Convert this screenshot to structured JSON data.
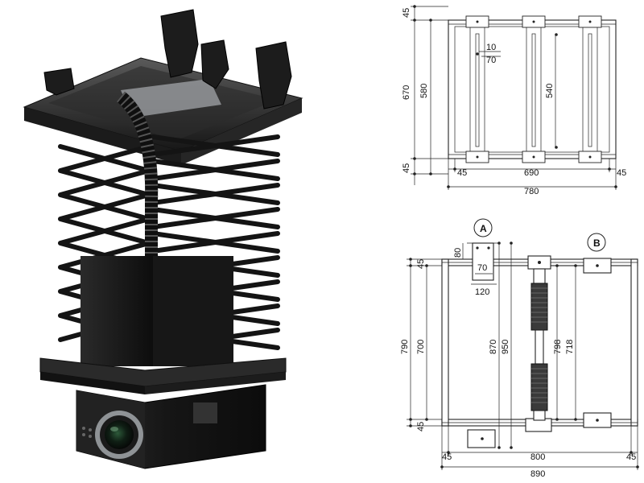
{
  "top_view": {
    "dims": {
      "top_offset": "45",
      "total_height": "670",
      "inner_height": "580",
      "slot_offset": "10",
      "slot_width": "70",
      "slot_length": "540",
      "bottom_offset": "45",
      "left_offset": "45",
      "inner_width": "690",
      "right_offset": "45",
      "total_width": "780"
    }
  },
  "bottom_view": {
    "labels": {
      "a": "A",
      "b": "B"
    },
    "dims": {
      "bracket_offset": "80",
      "top_offset": "45",
      "bracket_inner": "70",
      "bracket_outer": "120",
      "total_height": "790",
      "inner_height": "700",
      "span_a": "870",
      "span_b": "950",
      "span_c": "798",
      "span_d": "718",
      "bottom_offset": "45",
      "left_offset": "45",
      "inner_width": "800",
      "right_offset": "45",
      "total_width": "890"
    }
  },
  "colors": {
    "metal_dark": "#1b1b1b",
    "metal_mid": "#3a3a3a",
    "steel": "#a9adb1",
    "drawing_line": "#222222"
  }
}
